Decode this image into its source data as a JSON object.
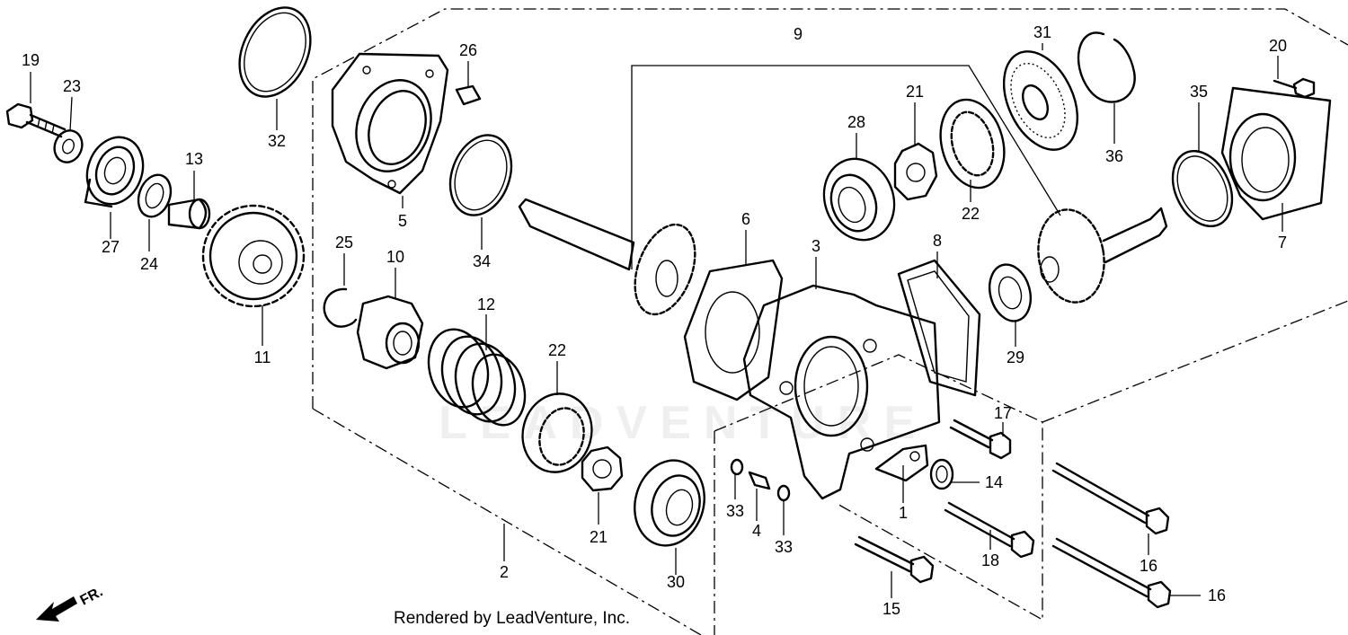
{
  "diagram": {
    "callouts": [
      "1",
      "2",
      "3",
      "4",
      "5",
      "6",
      "7",
      "8",
      "9",
      "10",
      "11",
      "12",
      "13",
      "14",
      "15",
      "16",
      "17",
      "18",
      "19",
      "20",
      "21",
      "22",
      "23",
      "24",
      "25",
      "26",
      "27",
      "28",
      "29",
      "30",
      "31",
      "32",
      "33",
      "34",
      "35",
      "36"
    ],
    "direction_marker": "FR.",
    "watermark": "LEADVENTURE",
    "credit": "Rendered by LeadVenture, Inc."
  }
}
